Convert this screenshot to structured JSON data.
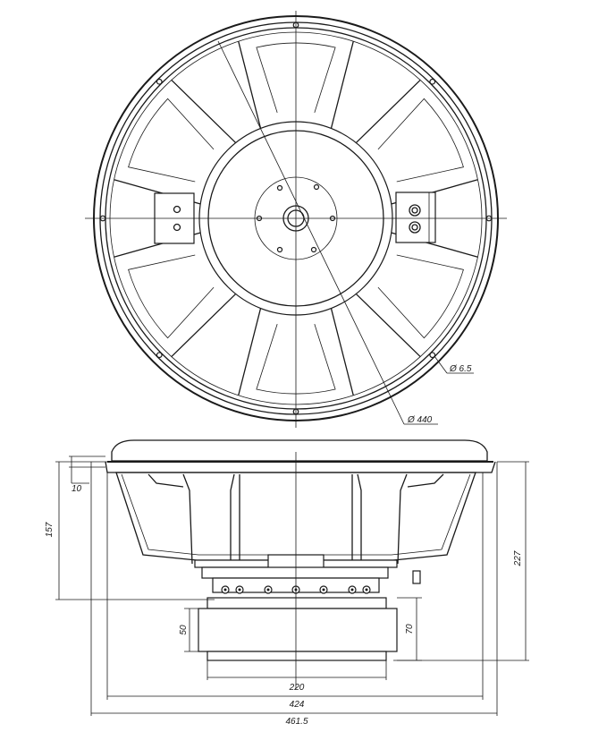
{
  "front_view": {
    "hole_diameter_label": "Ø 6.5",
    "outer_diameter_label": "Ø 440"
  },
  "side_view": {
    "flange_thickness_label": "10",
    "mounting_depth_label": "157",
    "total_depth_label": "227",
    "magnet_height_label": "50",
    "magnet_assembly_height_label": "70",
    "magnet_width_label": "220",
    "cutout_diameter_label": "424",
    "overall_diameter_label": "461.5"
  }
}
